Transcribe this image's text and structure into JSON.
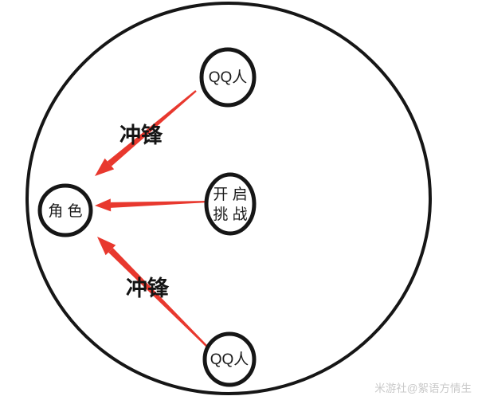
{
  "colors": {
    "arrow": "#e8382e",
    "line": "#161616",
    "text": "#1c1c1c",
    "watermark": "#c9c9c9"
  },
  "nodes": {
    "qq_top": {
      "label": "QQ人"
    },
    "challenge": {
      "line1": "开 启",
      "line2": "挑 战"
    },
    "role": {
      "label": "角 色"
    },
    "qq_bottom": {
      "label": "QQ人"
    }
  },
  "arrows": {
    "top": {
      "label": "冲锋"
    },
    "bottom": {
      "label": "冲锋"
    }
  },
  "watermark": {
    "text": "米游社@絮语方情生"
  }
}
